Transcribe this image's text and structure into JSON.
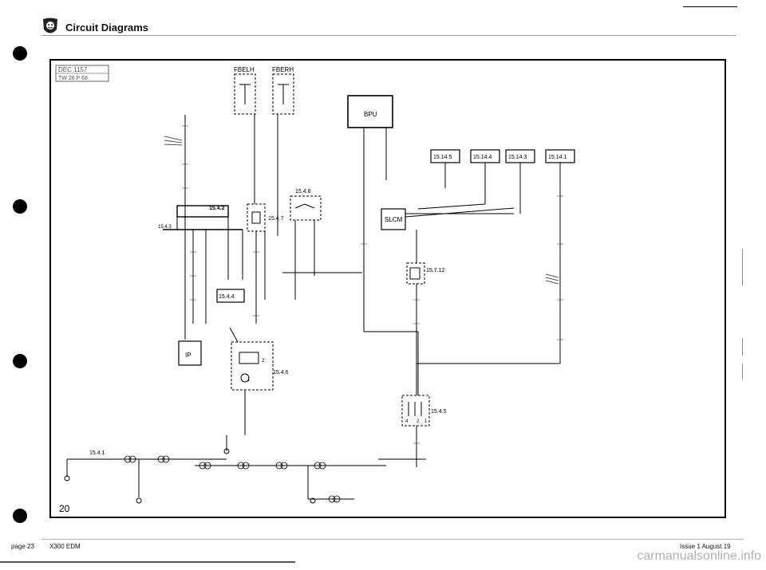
{
  "header": {
    "title": "Circuit Diagrams"
  },
  "stamp": {
    "line1": "DEC 1157",
    "line2": "TW 26 P 68"
  },
  "page_number": "20",
  "labels": {
    "fbelh": "FBELH",
    "fberh": "FBERH",
    "bpu": "BPU",
    "slcm": "SLCM",
    "ip": "IP",
    "c15_4_2": "15.4.2",
    "c15_4_3": "15.4.3",
    "c15_4_4": "15.4.4",
    "c15_4_7": "15.4.7",
    "c15_4_8": "15.4.8",
    "c15_4_6": "15.4.6",
    "c15_4_5": "15.4.5",
    "c15_4_1": "15.4.1",
    "c15_7_12": "15.7.12",
    "c15_14_5": "15.14.5",
    "c15_14_4": "15.14.4",
    "c15_14_3": "15.14.3",
    "c15_14_1": "15.14.1",
    "pin_2": "2",
    "pin_1": "1",
    "pin_4": "4",
    "pin_2b": "2",
    "pin_1b": "1"
  },
  "footer": {
    "page_ref": "page 23",
    "model": "X300 EDM",
    "issue": "Issue 1 August 19",
    "watermark": "carmanualsonline.info"
  }
}
